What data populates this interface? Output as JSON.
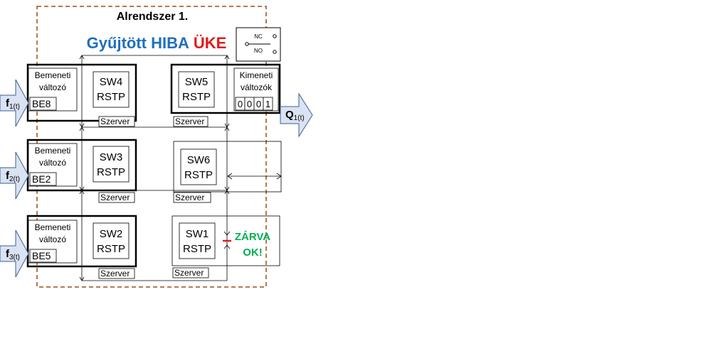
{
  "subsystem_title": "Alrendszer 1.",
  "header": {
    "part1": "Gyűjtött HIBA",
    "part2": "ÜKE"
  },
  "relay": {
    "nc": "NC",
    "no": "NO"
  },
  "input_label_line1": "Bemeneti",
  "input_label_line2": "változó",
  "output_label_line1": "Kimeneti",
  "output_label_line2": "változók",
  "server_label": "Szerver",
  "rstp": "RSTP",
  "inputs": [
    {
      "signal": "f",
      "sub": "1(t)",
      "code": "BE8"
    },
    {
      "signal": "f",
      "sub": "2(t)",
      "code": "BE2"
    },
    {
      "signal": "f",
      "sub": "3(t)",
      "code": "BE5"
    }
  ],
  "output": {
    "signal": "Q",
    "sub": "1(t)",
    "bits": [
      "0",
      "0",
      "0",
      "1"
    ]
  },
  "switches_left": [
    "SW4",
    "SW3",
    "SW2"
  ],
  "switches_right": [
    "SW5",
    "SW6",
    "SW1"
  ],
  "status": {
    "line1": "ZÁRVA",
    "line2": "OK!"
  },
  "colors": {
    "title": "#9a4e1a",
    "header_blue": "#1f6fbf",
    "header_red": "#e21b1b",
    "status_green": "#00b050",
    "dash": "#9a4e1a",
    "arrow_fill": "#dae3f3",
    "arrow_stroke": "#3f5f8f"
  }
}
